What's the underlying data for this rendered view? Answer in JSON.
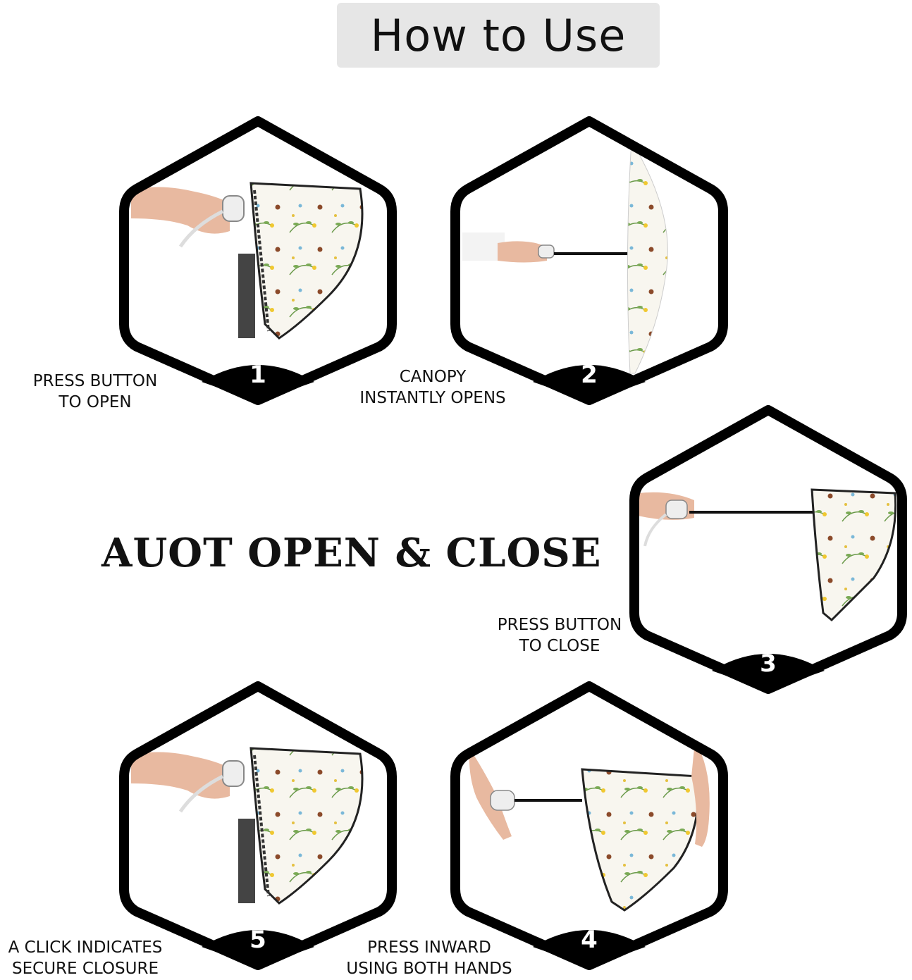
{
  "header": {
    "title": "How to Use"
  },
  "headline": "AUOT OPEN & CLOSE",
  "steps": [
    {
      "number": "1",
      "caption_line1": "PRESS BUTTON",
      "caption_line2": "TO OPEN",
      "icon": "umbrella-folded-hand-icon"
    },
    {
      "number": "2",
      "caption_line1": "CANOPY",
      "caption_line2": "INSTANTLY OPENS",
      "icon": "umbrella-opened-icon"
    },
    {
      "number": "3",
      "caption_line1": "PRESS BUTTON",
      "caption_line2": "TO CLOSE",
      "icon": "umbrella-closing-icon"
    },
    {
      "number": "4",
      "caption_line1": "PRESS INWARD",
      "caption_line2": "USING BOTH HANDS",
      "icon": "umbrella-both-hands-icon"
    },
    {
      "number": "5",
      "caption_line1": "A CLICK INDICATES",
      "caption_line2": "SECURE CLOSURE",
      "icon": "umbrella-secured-icon"
    }
  ],
  "colors": {
    "frame": "#000000",
    "title_bg": "#e6e6e6",
    "canopy": "#f8f6ef",
    "skin": "#e8b9a0"
  }
}
